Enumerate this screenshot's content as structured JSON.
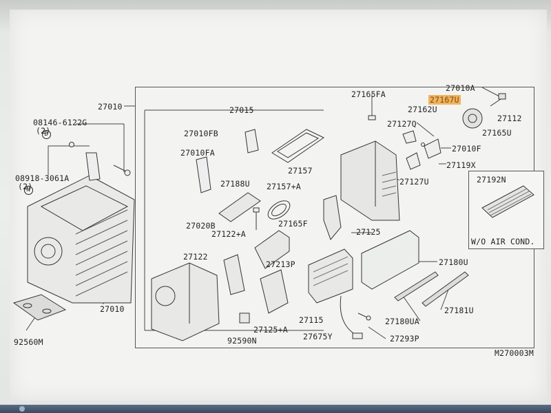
{
  "labels": {
    "p27010a": "27010A",
    "p27165fa": "27165FA",
    "p27167u": "27167U",
    "p27162u": "27162U",
    "p27112": "27112",
    "p27127q": "27127Q",
    "p27165u": "27165U",
    "p27010f": "27010F",
    "p27119x": "27119X",
    "p27127u": "27127U",
    "p27010_top": "27010",
    "p27015": "27015",
    "p27010fb": "27010FB",
    "p27010fa": "27010FA",
    "p27157": "27157",
    "p27188u": "27188U",
    "p27157a": "27157+A",
    "p27165f": "27165F",
    "p27020b": "27020B",
    "p27122a": "27122+A",
    "p27125": "27125",
    "p27122": "27122",
    "p27213p": "27213P",
    "p27180u": "27180U",
    "p27180ua": "27180UA",
    "p27181u": "27181U",
    "p27115": "27115",
    "p27125a": "27125+A",
    "p92590n": "92590N",
    "p27675y": "27675Y",
    "p27293p": "27293P",
    "p27010_bottom": "27010",
    "p92560m": "92560M",
    "p27192n": "27192N",
    "wo_aircond": "W/O AIR COND.",
    "bolt1": "08146-6122G",
    "bolt1_qty": "(2)",
    "bolt2": "08918-3061A",
    "bolt2_qty": "(2)",
    "bolt1_prefix": "B",
    "bolt2_prefix": "N",
    "diagram_id": "M270003M"
  },
  "highlight_color": "#f2b35e"
}
